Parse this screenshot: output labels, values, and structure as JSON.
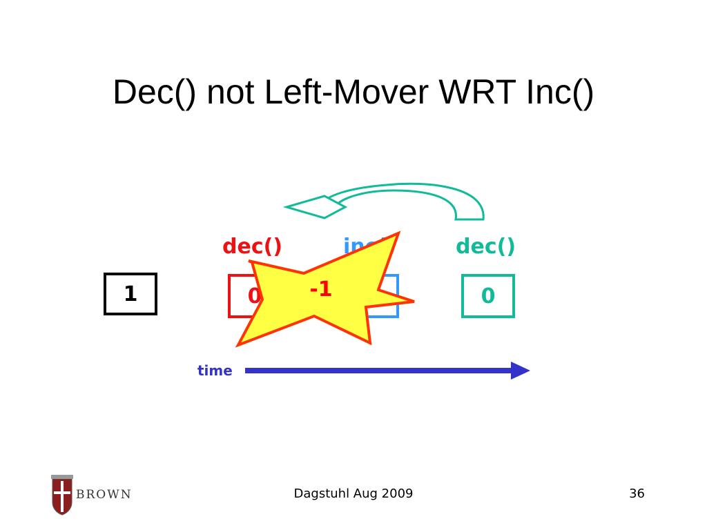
{
  "slide": {
    "title": "Dec() not Left-Mover WRT Inc()",
    "time_label": "time",
    "footer": "Dagstuhl Aug 2009",
    "page_number": "36",
    "logo_text": "BROWN"
  },
  "diagram": {
    "ops": [
      {
        "label": "dec()",
        "color": "#ee1111"
      },
      {
        "label": "inc()",
        "color": "#3399ff"
      },
      {
        "label": "dec()",
        "color": "#11bb99"
      }
    ],
    "states": [
      {
        "value": "1",
        "color": "#000000"
      },
      {
        "value": "0",
        "color": "#ee1111"
      },
      {
        "value": "",
        "color": "#3399ff"
      },
      {
        "value": "0",
        "color": "#11bb99"
      }
    ],
    "burst_value": "-1",
    "colors": {
      "time_arrow": "#3333cc",
      "swap_arrow": "#11bb99",
      "burst_fill": "#ffff44",
      "burst_stroke": "#ff3300"
    }
  }
}
